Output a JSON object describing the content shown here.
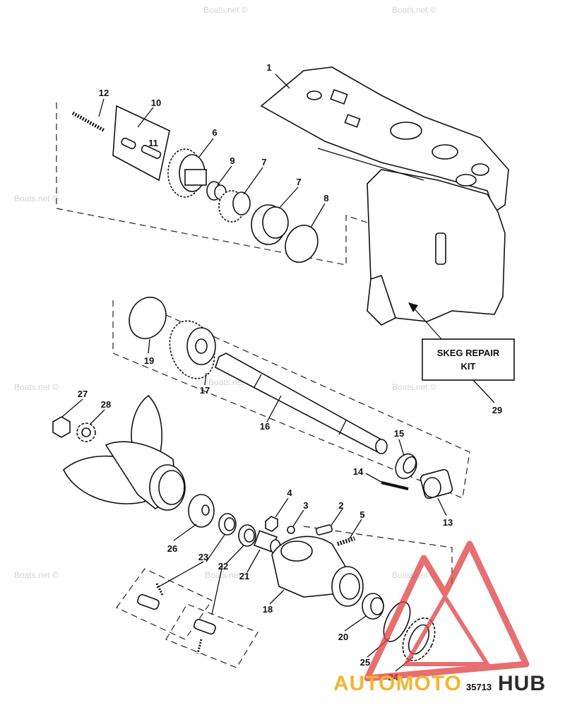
{
  "diagram": {
    "callouts": [
      {
        "id": "c1",
        "text": "1"
      },
      {
        "id": "c2",
        "text": "2"
      },
      {
        "id": "c3",
        "text": "3"
      },
      {
        "id": "c4",
        "text": "4"
      },
      {
        "id": "c5",
        "text": "5"
      },
      {
        "id": "c6",
        "text": "6"
      },
      {
        "id": "c7a",
        "text": "7"
      },
      {
        "id": "c7b",
        "text": "7"
      },
      {
        "id": "c8",
        "text": "8"
      },
      {
        "id": "c9",
        "text": "9"
      },
      {
        "id": "c10",
        "text": "10"
      },
      {
        "id": "c11",
        "text": "11"
      },
      {
        "id": "c12",
        "text": "12"
      },
      {
        "id": "c13",
        "text": "13"
      },
      {
        "id": "c14",
        "text": "14"
      },
      {
        "id": "c15",
        "text": "15"
      },
      {
        "id": "c16",
        "text": "16"
      },
      {
        "id": "c17",
        "text": "17"
      },
      {
        "id": "c18",
        "text": "18"
      },
      {
        "id": "c19",
        "text": "19"
      },
      {
        "id": "c20",
        "text": "20"
      },
      {
        "id": "c21",
        "text": "21"
      },
      {
        "id": "c22",
        "text": "22"
      },
      {
        "id": "c23",
        "text": "23"
      },
      {
        "id": "c24",
        "text": "24"
      },
      {
        "id": "c25",
        "text": "25"
      },
      {
        "id": "c26",
        "text": "26"
      },
      {
        "id": "c27",
        "text": "27"
      },
      {
        "id": "c28",
        "text": "28"
      },
      {
        "id": "c29",
        "text": "29"
      }
    ],
    "skeg_box": {
      "line1": "SKEG REPAIR",
      "line2": "KIT"
    },
    "figure_number": "35713",
    "watermark": "Boats.net ©"
  },
  "brand": {
    "name_part1": "AUTOMOTO",
    "name_part2": "HUB",
    "colors": {
      "accent": "#f2b632",
      "dark": "#2b2b2b",
      "logo_red": "#e04040"
    }
  }
}
